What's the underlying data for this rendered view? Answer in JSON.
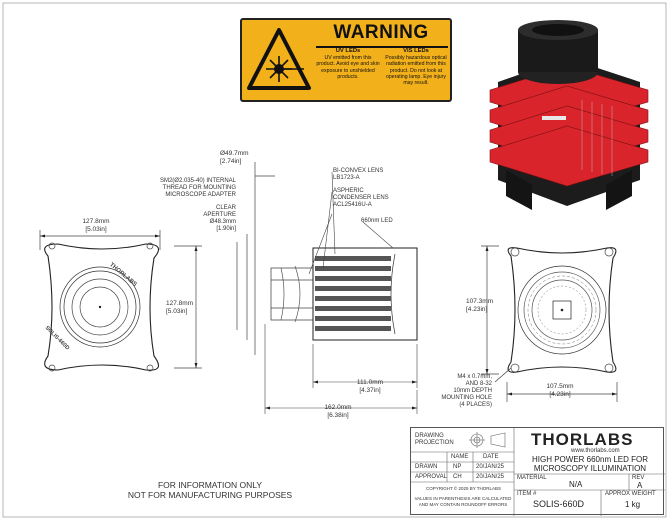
{
  "warning": {
    "title": "WARNING",
    "uv_heading": "UV LEDs",
    "uv_text": "UV emitted from this product. Avoid eye and skin exposure to unshielded products.",
    "vis_heading": "VIS LEDs",
    "vis_text": "Possibly hazardous optical radiation emitted from this product. Do not look at operating lamp. Eye injury may result."
  },
  "front_view": {
    "width_mm": "127.8mm",
    "width_in": "[5.03in]",
    "height_mm": "127.8mm",
    "height_in": "[5.03in]",
    "engraving_top": "THORLABS",
    "engraving_side": "SOLIS-660D"
  },
  "side_view": {
    "dia_mm": "Ø49.7mm",
    "dia_in": "[2.74in]",
    "thread": "SM2(Ø2.035-40) INTERNAL THREAD FOR MOUNTING MICROSCOPE ADAPTER",
    "aperture_a": "CLEAR",
    "aperture_b": "APERTURE",
    "aperture_mm": "Ø48.3mm",
    "aperture_in": "[1.90in]",
    "biconvex_a": "BI-CONVEX LENS",
    "biconvex_b": "LB1723-A",
    "aspheric_a": "ASPHERIC",
    "aspheric_b": "CONDENSER LENS",
    "aspheric_c": "ACL25416U-A",
    "led": "660nm LED",
    "body_mm": "111.0mm",
    "body_in": "[4.37in]",
    "total_mm": "162.0mm",
    "total_in": "[6.38in]"
  },
  "rear_view": {
    "height_mm": "107.3mm",
    "height_in": "[4.23in]",
    "width_mm": "107.5mm",
    "width_in": "[4.23in]",
    "mount_a": "M4 x 0.7mm,",
    "mount_b": "AND 8-32",
    "mount_c": "10mm DEPTH",
    "mount_d": "MOUNTING HOLE",
    "mount_e": "(4 PLACES)"
  },
  "notice": {
    "line1": "FOR INFORMATION ONLY",
    "line2": "NOT FOR MANUFACTURING PURPOSES"
  },
  "title_block": {
    "drawing_a": "DRAWING",
    "drawing_b": "PROJECTION",
    "brand": "THORLABS",
    "url": "www.thorlabs.com",
    "desc1": "HIGH POWER 660nm LED FOR",
    "desc2": "MICROSCOPY ILLUMINATION",
    "col_name": "NAME",
    "col_date": "DATE",
    "drawn_label": "DRAWN",
    "drawn_name": "NP",
    "drawn_date": "20/JAN/25",
    "approval_label": "APPROVAL",
    "approval_name": "CH",
    "approval_date": "20/JAN/25",
    "material_label": "MATERIAL",
    "material_value": "N/A",
    "rev_label": "REV",
    "rev_value": "A",
    "copyright": "COPYRIGHT © 2025 BY THORLABS",
    "values_note1": "VALUES IN PARENTHESIS ARE CALCULATED",
    "values_note2": "AND MAY CONTAIN ROUNDOFF ERRORS",
    "item_label": "ITEM #",
    "item_value": "SOLIS-660D",
    "weight_label": "APPROX WEIGHT",
    "weight_value": "1 kg"
  },
  "colors": {
    "warning_yellow": "#f2b11b",
    "led_red": "#d8242a",
    "body_black": "#1c1c1c"
  }
}
